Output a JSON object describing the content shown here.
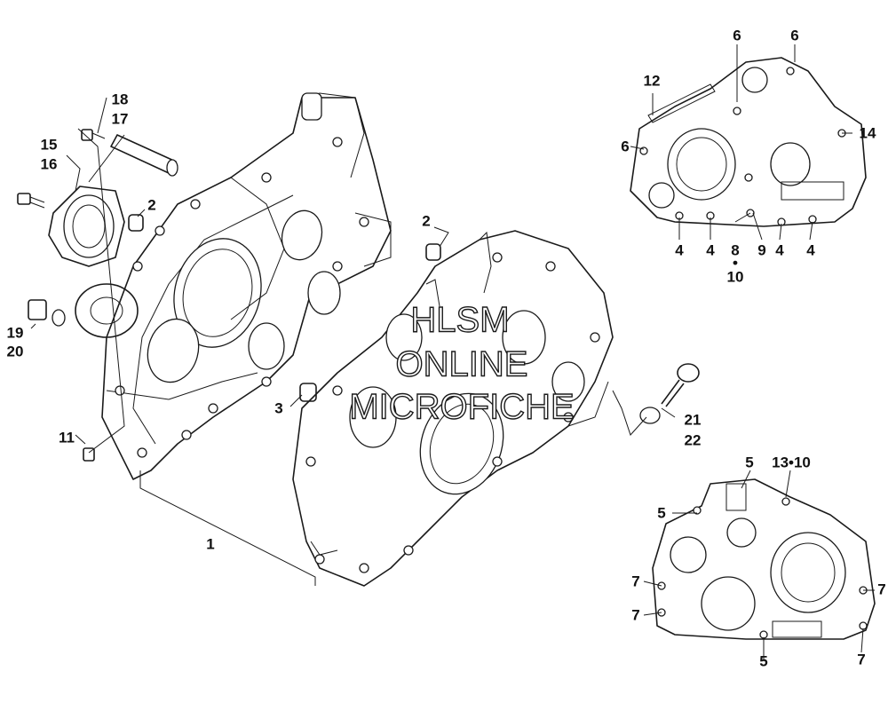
{
  "watermark": {
    "line1": "HLSM",
    "line2": "ONLINE",
    "line3": "MICROFICHE"
  },
  "callouts": {
    "c1": "1",
    "c2a": "2",
    "c2b": "2",
    "c3": "3",
    "c4a": "4",
    "c4b": "4",
    "c4c": "4",
    "c4d": "4",
    "c5a": "5",
    "c5b": "5",
    "c5c": "5",
    "c6a": "6",
    "c6b": "6",
    "c6c": "6",
    "c7a": "7",
    "c7b": "7",
    "c7c": "7",
    "c7d": "7",
    "c8": "8",
    "c8dot": "•",
    "c9": "9",
    "c10": "10",
    "c11": "11",
    "c12": "12",
    "c1310": "13•10",
    "c14": "14",
    "c15": "15",
    "c16": "16",
    "c17": "17",
    "c18": "18",
    "c19": "19",
    "c20": "20",
    "c21": "21",
    "c22": "22"
  }
}
